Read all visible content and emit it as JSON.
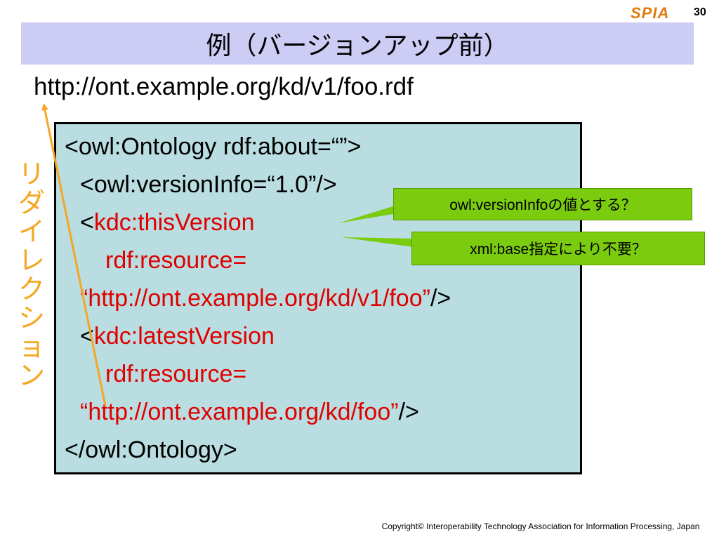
{
  "header": {
    "logo": "SPIA",
    "page_number": "30",
    "title": "例（バージョンアップ前）"
  },
  "url": "http://ont.example.org/kd/v1/foo.rdf",
  "code": {
    "line1": "<owl:Ontology rdf:about=“”>",
    "line2": "<owl:versionInfo=“1.0”/>",
    "line3_open": "<",
    "line3_tag": "kdc:thisVersion",
    "line4_attr": "rdf:resource=",
    "line5_value": "“http://ont.example.org/kd/v1/foo”",
    "line5_close": "/>",
    "line6_open": "<",
    "line6_tag": "kdc:latestVersion",
    "line7_attr": "rdf:resource=",
    "line8_value": "“http://ont.example.org/kd/foo”",
    "line8_close": "/>",
    "line9": "</owl:Ontology>"
  },
  "side_label": "リダイレクション",
  "callouts": {
    "note1": "owl:versionInfoの値とする？",
    "note2": "xml:base指定により不要？"
  },
  "footer": {
    "copyright": "Copyright© Interoperability Technology Association for Information Processing, Japan"
  },
  "colors": {
    "title_bg": "#ccccf5",
    "code_bg": "#b9dde0",
    "highlight": "#e00000",
    "arrow": "#f5a623",
    "callout_bg": "#7bcc0f"
  }
}
